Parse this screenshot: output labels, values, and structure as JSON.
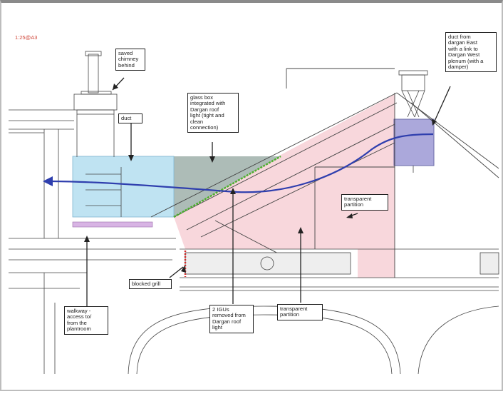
{
  "scale": "1:25@A3",
  "labels": {
    "saved_chimney": "saved\nchimney\nbehind",
    "duct": "duct",
    "glass_box": "glass box\nintegrated with\nDargan roof\nlight (tight and\nclean\nconnection)",
    "duct_from_dargan": "duct from\ndargan East\nwith a link to\nDargan West\nplenum (with a\ndamper)",
    "transparent_partition_right": "transparent\npartition",
    "transparent_partition_bottom": "transparent\npartition",
    "blocked_grill": "blocked grill",
    "walkway": "walkway -\naccess to/\nfrom the\nplantroom",
    "igus_removed": "2 IGUs\nremoved from\nDargan roof\nlight"
  },
  "colors": {
    "scale_text": "#d0473a",
    "pink_zone": "#f6c9d0",
    "blue_duct": "#bfe3f2",
    "grey_glass": "#9fb0aa",
    "purple_duct": "#8f8bd0",
    "airflow_line": "#2f3fae",
    "green_seal": "#4caf2e",
    "red_grill": "#d62b2b"
  }
}
